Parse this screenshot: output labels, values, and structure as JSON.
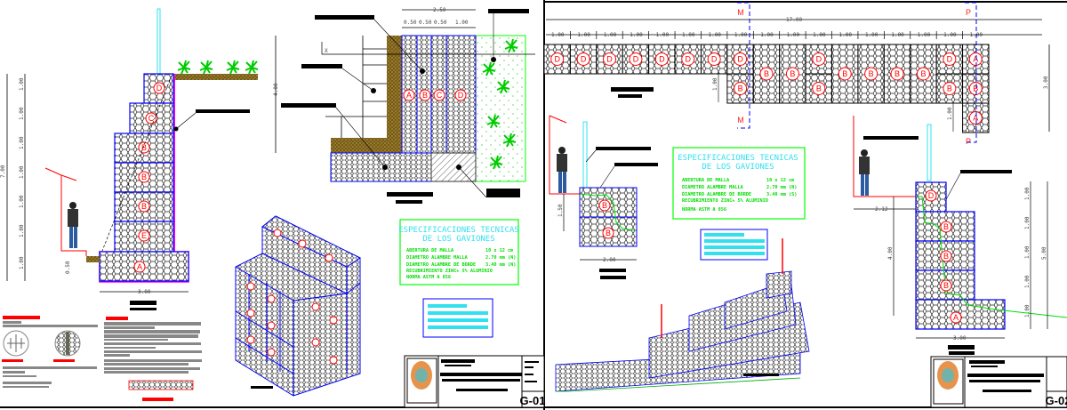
{
  "sheets": [
    {
      "number": "G-01"
    },
    {
      "number": "G-02"
    }
  ],
  "elevation_left": {
    "height_dim": "7.00",
    "step_dims": [
      "1.00",
      "1.00",
      "1.00",
      "1.00",
      "1.00",
      "1.00",
      "1.00"
    ],
    "footing_dim": "0.50",
    "base_dim": "3.00",
    "gabions": [
      "D",
      "C",
      "B",
      "B",
      "B",
      "E",
      "A"
    ]
  },
  "cross_section": {
    "total_width": "2.50",
    "sub_widths": [
      "0.50",
      "0.50",
      "0.50",
      "1.00"
    ],
    "height_dim": "4.00",
    "axis_label": "X",
    "gabions": [
      "A",
      "B",
      "C",
      "D"
    ]
  },
  "specs_1": {
    "title_1": "ESPECIFICACIONES TECNICAS",
    "title_2": "DE LOS GAVIONES",
    "rows": [
      {
        "label": "ABERTURA DE MALLA",
        "value": "10 x 12 cm"
      },
      {
        "label": "DIAMETRO ALAMBRE MALLA",
        "value": "2.70 mm (N)"
      },
      {
        "label": "DIAMETRO ALAMBRE DE BORDE",
        "value": "3.40 mm (N)"
      },
      {
        "label": "RECUBRIMIENTO ZINC+ 5% ALUMINIO",
        "value": ""
      },
      {
        "label": "NORMA ASTM A 856",
        "value": ""
      }
    ]
  },
  "specs_2": {
    "title_1": "ESPECIFICACIONES TECNICAS",
    "title_2": "DE LOS GAVIONES",
    "rows": [
      {
        "label": "ABERTURA DE MALLA",
        "value": "10 x 12 cm"
      },
      {
        "label": "DIAMETRO ALAMBRE MALLA",
        "value": "2.70 mm (N)"
      },
      {
        "label": "DIAMETRO ALAMBRE DE BORDE",
        "value": "3.40 mm (S)"
      },
      {
        "label": "RECUBRIMIENTO ZINC+ 5% ALUMINIO",
        "value": ""
      },
      {
        "label": "NORMA ASTM A 856",
        "value": ""
      }
    ]
  },
  "plan": {
    "total_length": "17.00",
    "unit_dim": "1.00",
    "row1": [
      "D",
      "D",
      "D",
      "D",
      "D",
      "D",
      "D",
      "D",
      "B",
      "B",
      "D",
      "B",
      "B",
      "B",
      "B",
      "D",
      "A"
    ],
    "row2": [
      "",
      "",
      "",
      "",
      "",
      "",
      "",
      "B",
      "",
      "",
      "B",
      "",
      "",
      "",
      "",
      "B",
      "B"
    ],
    "row3_last": "A",
    "height_dim": "3.00",
    "side_dims": [
      "1.00",
      "1.00"
    ],
    "section_marks": [
      "M",
      "M",
      "P",
      "P"
    ]
  },
  "section_m": {
    "height_dim": "1.50",
    "base_dim": "2.00",
    "gabions": [
      "B",
      "B"
    ]
  },
  "section_p": {
    "offset_dim": "2.12",
    "height_inner": "4.00",
    "height_total": "5.00",
    "steps": [
      "1.00",
      "1.00",
      "1.00",
      "1.00",
      "1.00"
    ],
    "base_dim": "3.00",
    "gabions": [
      "D",
      "B",
      "B",
      "B",
      "A"
    ]
  },
  "colors": {
    "mesh_outline": "#0000ff",
    "label": "#ff0000",
    "spec_border": "#00ff00",
    "spec_title": "#33e0f0",
    "soil": "#7a5c10"
  }
}
